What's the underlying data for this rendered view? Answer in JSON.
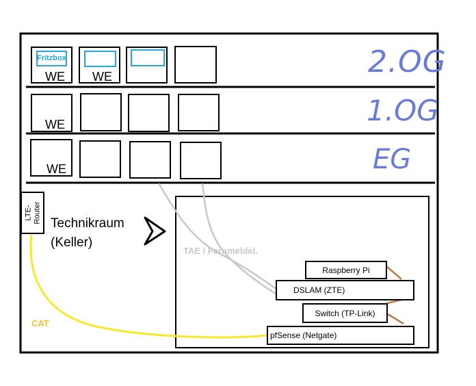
{
  "floors": [
    {
      "label": "2.OG",
      "rooms": [
        {
          "label": "WE",
          "inner_label": "Fritzbox"
        },
        {
          "label": "WE",
          "inner_label": ""
        },
        {
          "label": "",
          "inner_label": ""
        },
        {
          "label": "",
          "inner_label": ""
        }
      ]
    },
    {
      "label": "1.OG",
      "rooms": [
        {
          "label": "WE"
        },
        {
          "label": ""
        },
        {
          "label": ""
        },
        {
          "label": ""
        }
      ]
    },
    {
      "label": "EG",
      "rooms": [
        {
          "label": "WE"
        },
        {
          "label": ""
        },
        {
          "label": ""
        },
        {
          "label": ""
        }
      ]
    }
  ],
  "basement": {
    "lte_router": "LTE-Router",
    "room_title": "Technikraum",
    "room_subtitle": "(Keller)",
    "tae_label": "TAE / Fernmeldel.",
    "cat_label": "CAT",
    "devices": [
      {
        "label": "Raspberry Pi"
      },
      {
        "label": "DSLAM (ZTE)"
      },
      {
        "label": "Switch (TP-Link)"
      },
      {
        "label": "pfSense (Netgate)"
      }
    ]
  },
  "colors": {
    "floor_label": "#6a7bd6",
    "fritzbox_frame": "#29a3dd",
    "phone_line": "#c8c8c8",
    "cat_cable": "#f7e92a",
    "cat_label": "#f2c230",
    "patch_cable": "#b77a4e",
    "tae_label": "#c8c8c8"
  }
}
